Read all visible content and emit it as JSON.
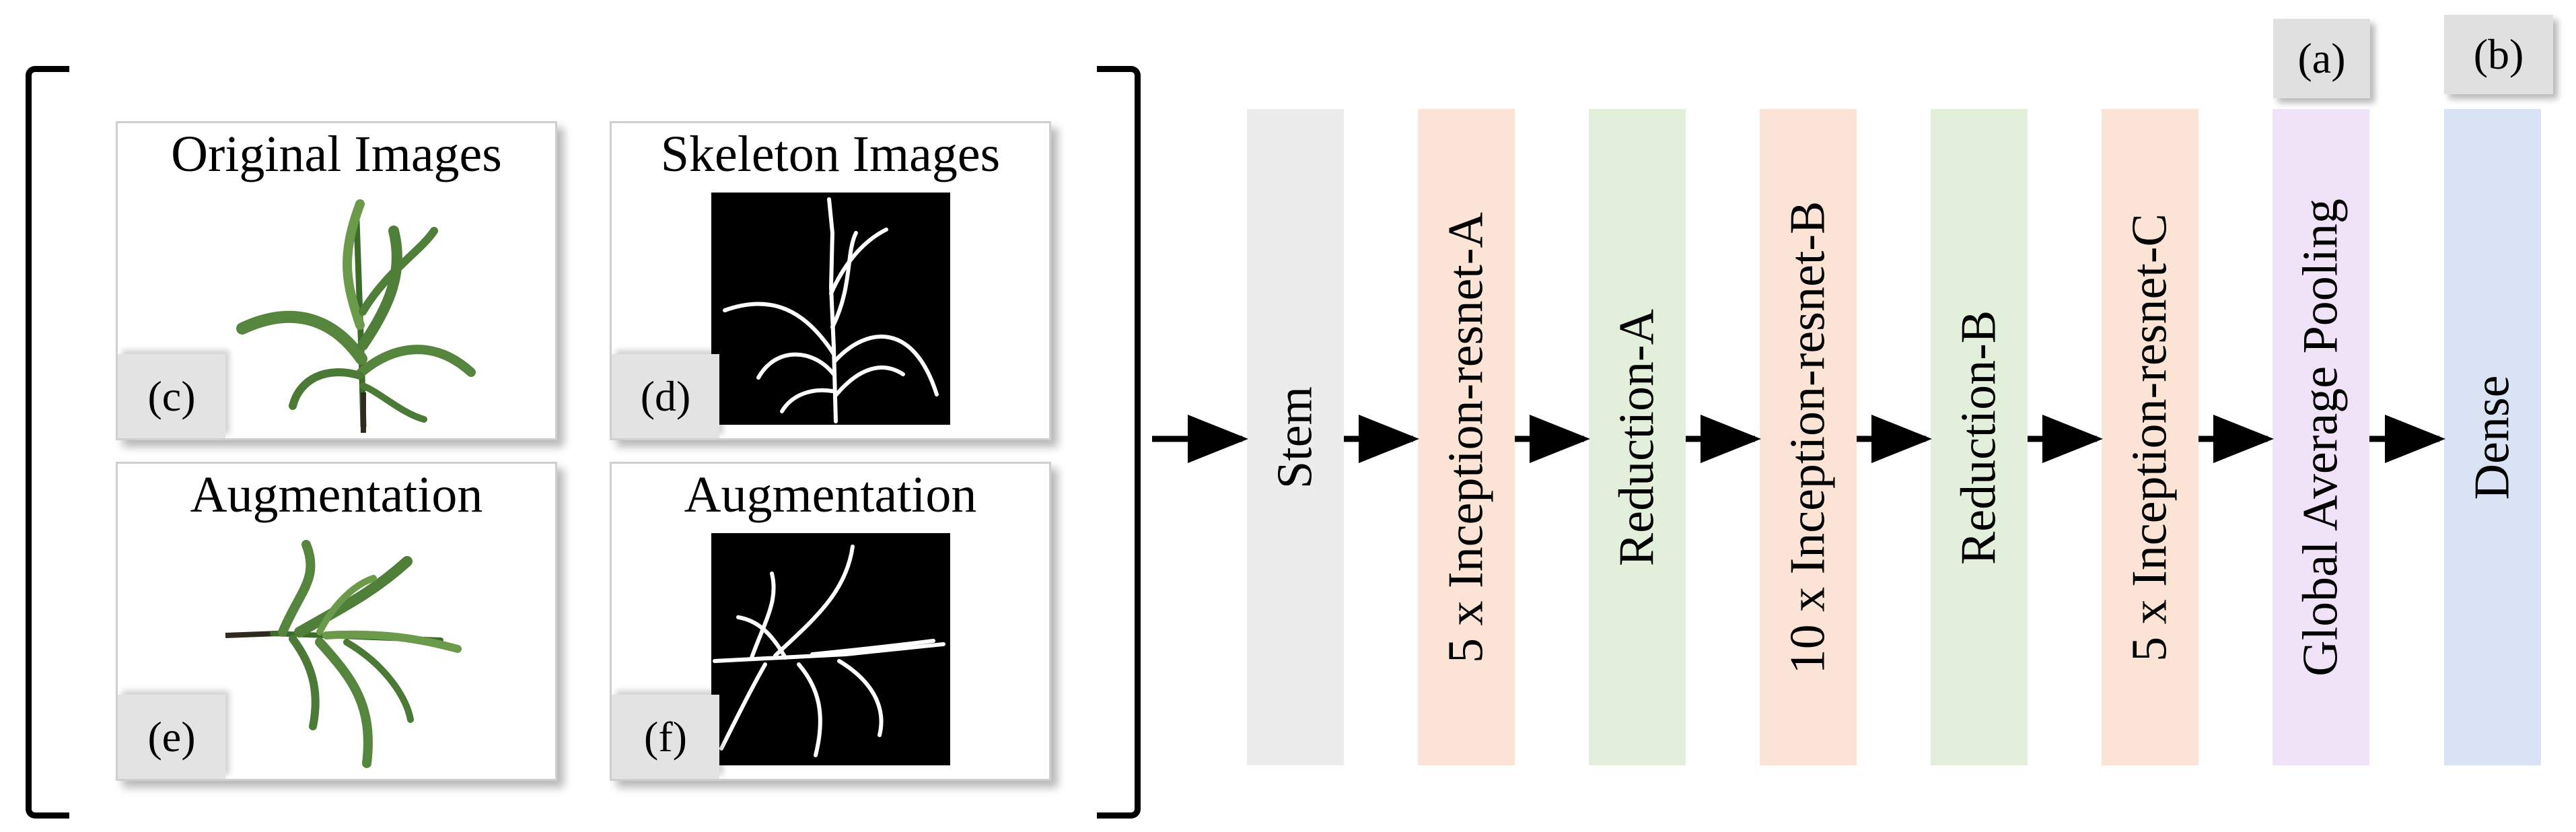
{
  "panels": [
    {
      "title": "Original Images",
      "tag": "(c)",
      "kind": "plant-photo"
    },
    {
      "title": "Skeleton Images",
      "tag": "(d)",
      "kind": "skeleton"
    },
    {
      "title": "Augmentation",
      "tag": "(e)",
      "kind": "plant-photo-rotated"
    },
    {
      "title": "Augmentation",
      "tag": "(f)",
      "kind": "skeleton-rotated"
    }
  ],
  "blocks": [
    {
      "label": "Stem",
      "color": "#ececec"
    },
    {
      "label": "5 x Inception-resnet-A",
      "color": "#fbe3d6"
    },
    {
      "label": "Reduction-A",
      "color": "#e2efda"
    },
    {
      "label": "10 x Inception-resnet-B",
      "color": "#fbe3d6"
    },
    {
      "label": "Reduction-B",
      "color": "#e2efda"
    },
    {
      "label": "5 x Inception-resnet-C",
      "color": "#fbe3d6"
    },
    {
      "label": "Global Average Pooling",
      "color": "#f0e2f7"
    },
    {
      "label": "Dense",
      "color": "#dae3f3"
    }
  ],
  "captions": {
    "pooling": "(a)",
    "dense": "(b)"
  }
}
